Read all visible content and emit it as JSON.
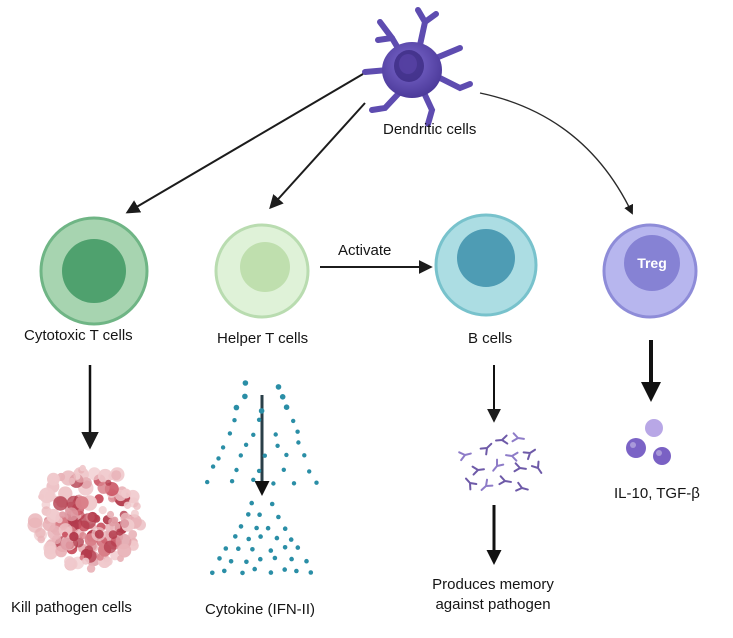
{
  "title": "",
  "nodes": {
    "dendritic": {
      "label": "Dendritic cells"
    },
    "cytotoxic": {
      "label": "Cytotoxic T cells"
    },
    "helper": {
      "label": "Helper T cells"
    },
    "bcell": {
      "label": "B cells"
    },
    "treg": {
      "label": "",
      "inner_text": "Treg"
    }
  },
  "edges": {
    "activate": {
      "label": "Activate"
    }
  },
  "outcomes": {
    "kill": {
      "label": "Kill pathogen cells"
    },
    "cytokine": {
      "label": "Cytokine (IFN-II)"
    },
    "memory": {
      "label": "Produces memory against pathogen"
    },
    "il10": {
      "label": "IL-10, TGF-β"
    }
  },
  "colors": {
    "dendritic": "#6a55b8",
    "cytotoxic": "#7dbf90",
    "helper": "#cdeac3",
    "bcell": "#8fcfd8",
    "treg": "#9f9ce0",
    "kill": "#c94f5e",
    "cytokine": "#2a8ea6",
    "antibody": "#6e5aa8",
    "il10": "#8a72cf"
  }
}
